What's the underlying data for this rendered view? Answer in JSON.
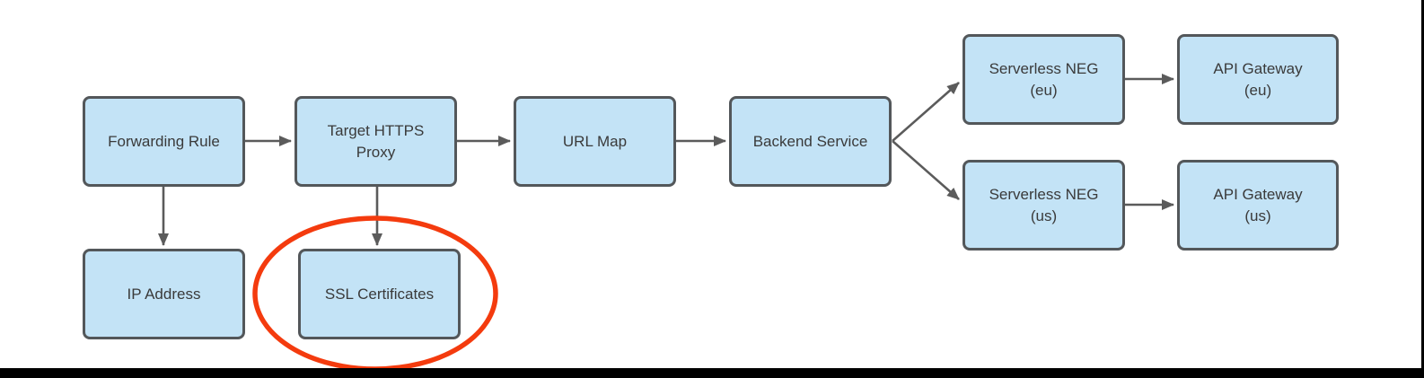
{
  "diagram": {
    "nodes": [
      {
        "id": "forwarding-rule",
        "label": "Forwarding Rule",
        "lines": [
          "Forwarding Rule"
        ]
      },
      {
        "id": "target-https-proxy",
        "label": "Target HTTPS Proxy",
        "lines": [
          "Target HTTPS",
          "Proxy"
        ]
      },
      {
        "id": "url-map",
        "label": "URL Map",
        "lines": [
          "URL Map"
        ]
      },
      {
        "id": "backend-service",
        "label": "Backend Service",
        "lines": [
          "Backend Service"
        ]
      },
      {
        "id": "serverless-neg-eu",
        "label": "Serverless NEG (eu)",
        "lines": [
          "Serverless NEG",
          "(eu)"
        ]
      },
      {
        "id": "api-gateway-eu",
        "label": "API Gateway (eu)",
        "lines": [
          "API Gateway",
          "(eu)"
        ]
      },
      {
        "id": "serverless-neg-us",
        "label": "Serverless NEG (us)",
        "lines": [
          "Serverless NEG",
          "(us)"
        ]
      },
      {
        "id": "api-gateway-us",
        "label": "API Gateway (us)",
        "lines": [
          "API Gateway",
          "(us)"
        ]
      },
      {
        "id": "ip-address",
        "label": "IP Address",
        "lines": [
          "IP Address"
        ]
      },
      {
        "id": "ssl-certificates",
        "label": "SSL Certificates",
        "lines": [
          "SSL Certificates"
        ]
      }
    ],
    "edges": [
      {
        "from": "forwarding-rule",
        "to": "target-https-proxy"
      },
      {
        "from": "target-https-proxy",
        "to": "url-map"
      },
      {
        "from": "url-map",
        "to": "backend-service"
      },
      {
        "from": "backend-service",
        "to": "serverless-neg-eu"
      },
      {
        "from": "backend-service",
        "to": "serverless-neg-us"
      },
      {
        "from": "serverless-neg-eu",
        "to": "api-gateway-eu"
      },
      {
        "from": "serverless-neg-us",
        "to": "api-gateway-us"
      },
      {
        "from": "forwarding-rule",
        "to": "ip-address"
      },
      {
        "from": "target-https-proxy",
        "to": "ssl-certificates"
      }
    ],
    "annotation": {
      "type": "ellipse-highlight",
      "around": "ssl-certificates",
      "color": "#F43B0E"
    }
  },
  "colors": {
    "node_fill": "#C3E3F6",
    "node_border": "#53575A",
    "arrow": "#5B5B5B",
    "highlight": "#F43B0E",
    "text": "#3A3A3A",
    "bottom_bar": "#000000"
  }
}
